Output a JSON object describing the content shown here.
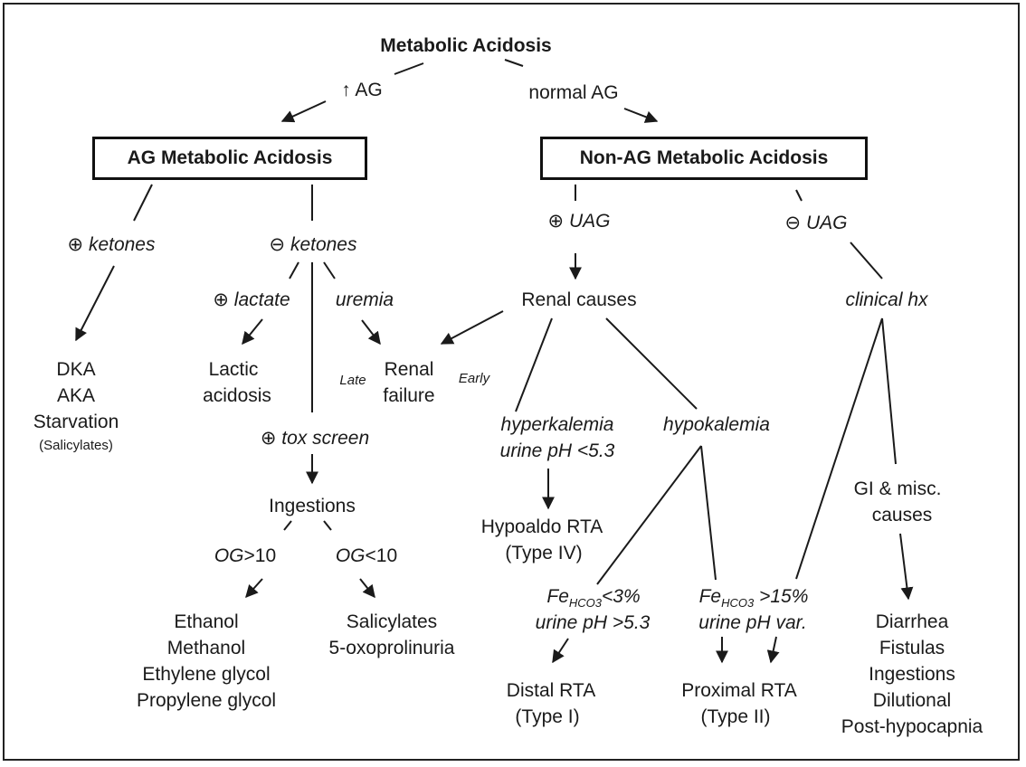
{
  "title": "Metabolic Acidosis",
  "branches": {
    "high_ag": "↑ AG",
    "normal_ag": "normal AG"
  },
  "boxes": {
    "ag": "AG Metabolic Acidosis",
    "non_ag": "Non-AG Metabolic Acidosis"
  },
  "ag_side": {
    "pos_ketones": "⊕ ketones",
    "neg_ketones": "⊖ ketones",
    "ketone_causes": [
      "DKA",
      "AKA",
      "Starvation"
    ],
    "ketone_causes_note": "(Salicylates)",
    "pos_lactate": "⊕ lactate",
    "uremia": "uremia",
    "lactic": [
      "Lactic",
      "acidosis"
    ],
    "renal_failure": [
      "Renal",
      "failure"
    ],
    "late": "Late",
    "early": "Early",
    "tox_screen": "⊕ tox screen",
    "ingestions": "Ingestions",
    "og_high": {
      "og": "OG",
      "rest": ">10"
    },
    "og_low": {
      "og": "OG",
      "rest": "<10"
    },
    "alcohols": [
      "Ethanol",
      "Methanol",
      "Ethylene glycol",
      "Propylene glycol"
    ],
    "low_og_causes": [
      "Salicylates",
      "5-oxoprolinuria"
    ]
  },
  "non_ag_side": {
    "pos_uag": "⊕ UAG",
    "neg_uag": "⊖ UAG",
    "renal_causes": "Renal causes",
    "clinical_hx": "clinical hx",
    "hyperkalemia": [
      "hyperkalemia",
      "urine pH <5.3"
    ],
    "hypokalemia": "hypokalemia",
    "hypoaldo": [
      "Hypoaldo RTA",
      "(Type IV)"
    ],
    "fe_low": {
      "fe": "Fe",
      "sub": "HCO3",
      "rest": "<3%",
      "line2": "urine pH >5.3"
    },
    "fe_high": {
      "fe": "Fe",
      "sub": "HCO3",
      "rest": " >15%",
      "line2": "urine pH var."
    },
    "distal": [
      "Distal RTA",
      "(Type I)"
    ],
    "proximal": [
      "Proximal RTA",
      "(Type II)"
    ],
    "gi_misc": [
      "GI & misc.",
      "causes"
    ],
    "gi_causes": [
      "Diarrhea",
      "Fistulas",
      "Ingestions",
      "Dilutional",
      "Post-hypocapnia"
    ]
  },
  "colors": {
    "line": "#1a1a1a",
    "text": "#1a1a1a",
    "background": "#ffffff"
  }
}
